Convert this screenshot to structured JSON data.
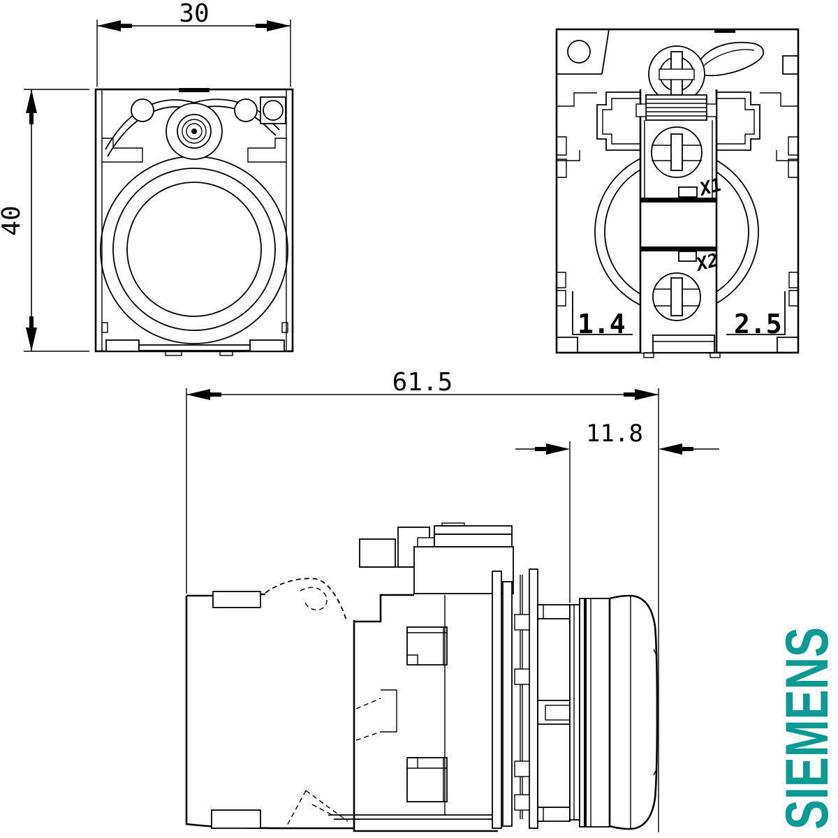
{
  "drawing": {
    "background": "#ffffff",
    "line_color": "#000000",
    "views": {
      "front": {
        "width_dim": "30",
        "height_dim": "40"
      },
      "rear": {
        "terminal_top": "X1",
        "terminal_bottom": "X2",
        "contact_left": "1.4",
        "contact_right": "2.5"
      },
      "side": {
        "total_depth_dim": "61.5",
        "head_depth_dim": "11.8"
      }
    },
    "brand": {
      "name": "SIEMENS",
      "color": "#0E9A94"
    }
  }
}
